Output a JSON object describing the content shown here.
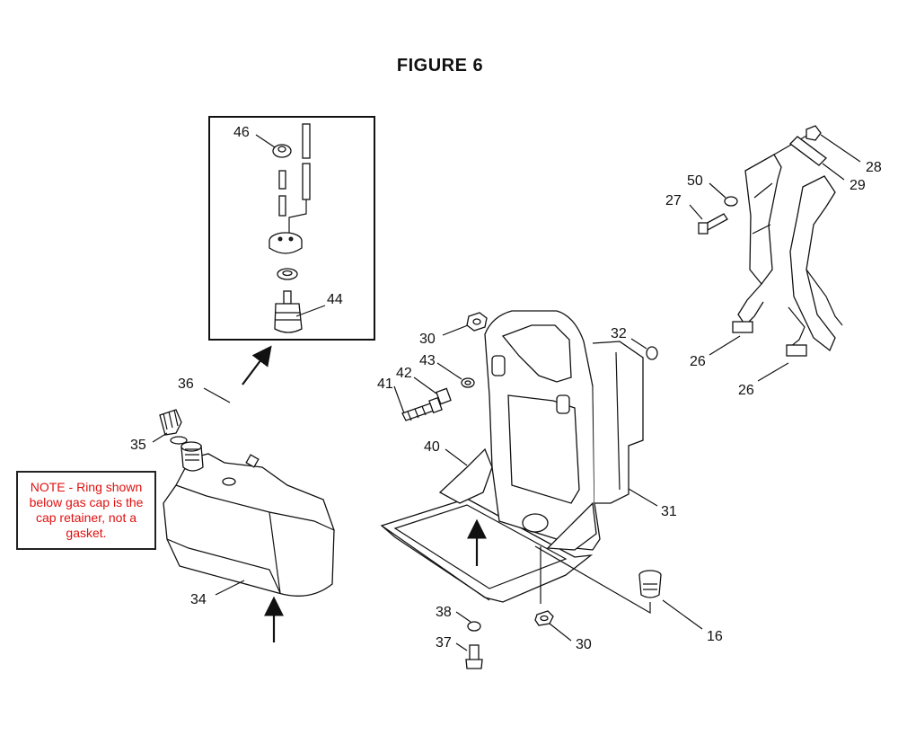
{
  "title": "FIGURE  6",
  "note": "NOTE - Ring shown below gas cap is the cap retainer, not a gasket.",
  "callouts": {
    "p46": "46",
    "p44": "44",
    "p36": "36",
    "p35": "35",
    "p34": "34",
    "p30a": "30",
    "p43": "43",
    "p42": "42",
    "p41": "41",
    "p40": "40",
    "p32": "32",
    "p31": "31",
    "p38": "38",
    "p37": "37",
    "p30b": "30",
    "p16": "16",
    "p50": "50",
    "p27": "27",
    "p28": "28",
    "p29": "29",
    "p26a": "26",
    "p26b": "26"
  }
}
